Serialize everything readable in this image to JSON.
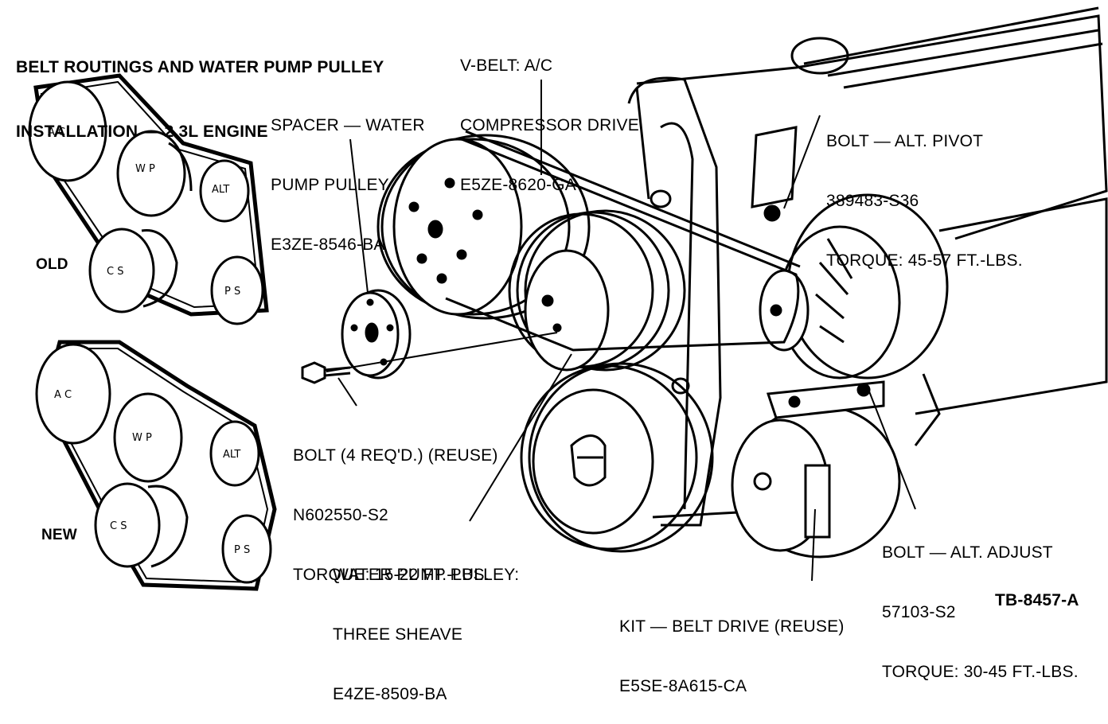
{
  "title": {
    "line1": "BELT ROUTINGS AND WATER PUMP PULLEY",
    "line2": "INSTALLATION — 2.3L ENGINE"
  },
  "routings": {
    "old_label": "OLD",
    "new_label": "NEW",
    "pulleys": {
      "ac": "A C",
      "wp": "W P",
      "alt": "ALT",
      "cs": "C S",
      "ps": "P S"
    }
  },
  "callouts": {
    "vbelt": [
      "V-BELT: A/C",
      "COMPRESSOR DRIVE",
      "E5ZE-8620-GA"
    ],
    "spacer": [
      "SPACER — WATER",
      "PUMP PULLEY",
      "E3ZE-8546-BA"
    ],
    "alt_pivot": [
      "BOLT — ALT. PIVOT",
      "389483-S36",
      "TORQUE: 45-57 FT.-LBS."
    ],
    "bolt": [
      "BOLT (4 REQ'D.) (REUSE)",
      "N602550-S2",
      "TORQUE: 15-22 FT.-LBS."
    ],
    "wp_pulley": [
      "WATER PUMP PULLEY:",
      "THREE SHEAVE",
      "E4ZE-8509-BA"
    ],
    "alt_adjust": [
      "BOLT — ALT. ADJUST",
      "57103-S2",
      "TORQUE: 30-45 FT.-LBS."
    ],
    "kit": [
      "KIT — BELT DRIVE (REUSE)",
      "E5SE-8A615-CA"
    ]
  },
  "figure_id": "TB-8457-A"
}
